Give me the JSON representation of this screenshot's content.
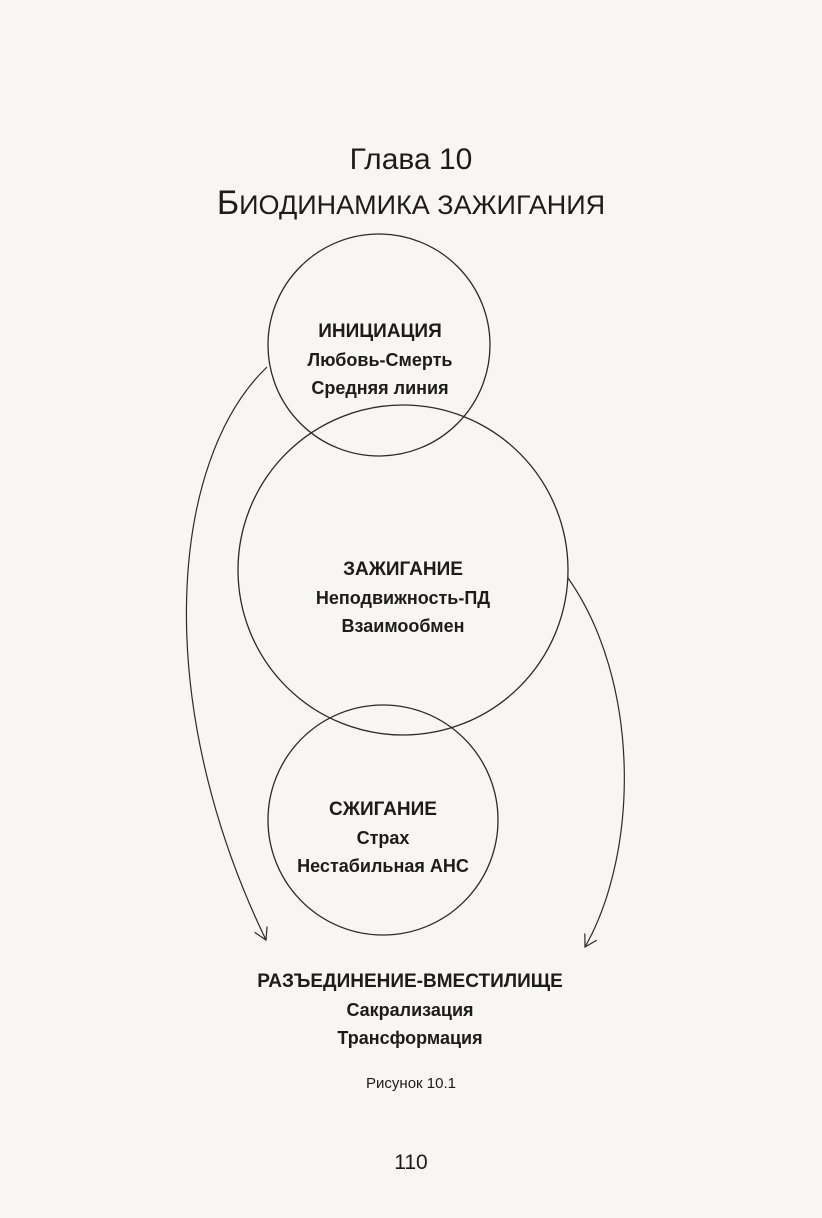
{
  "chapter": {
    "label": "Глава 10",
    "title_first": "Б",
    "title_rest": "ИОДИНАМИКА ЗАЖИГАНИЯ"
  },
  "diagram": {
    "circles": [
      {
        "heading": "ИНИЦИАЦИЯ",
        "line1": "Любовь-Смерть",
        "line2": "Средняя линия"
      },
      {
        "heading": "ЗАЖИГАНИЕ",
        "line1": "Неподвижность-ПД",
        "line2": "Взаимообмен"
      },
      {
        "heading": "СЖИГАНИЕ",
        "line1": "Страх",
        "line2": "Нестабильная АНС"
      }
    ],
    "outcome": {
      "heading": "РАЗЪЕДИНЕНИЕ-ВМЕСТИЛИЩЕ",
      "line1": "Сакрализация",
      "line2": "Трансформация"
    }
  },
  "caption": "Рисунок 10.1",
  "page_number": "110"
}
